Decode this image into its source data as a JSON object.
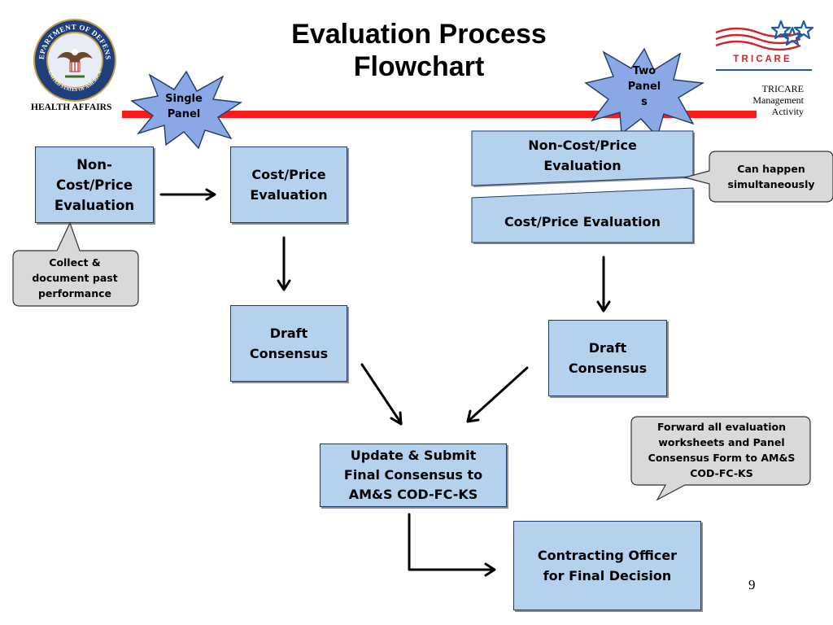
{
  "title_line1": "Evaluation Process",
  "title_line2": "Flowchart",
  "header": {
    "left_org": "HEALTH AFFAIRS",
    "right_org_line1": "TRICARE",
    "right_org_line2": "Management",
    "right_org_line3": "Activity"
  },
  "logos": {
    "dod_seal_line1": "DEPARTMENT OF DEFENSE",
    "dod_seal_line2": "UNITED STATES OF AMERICA",
    "tricare_wordmark": "T R I C A R E"
  },
  "bursts": {
    "single_line1": "Single",
    "single_line2": "Panel",
    "two_line1": "Two",
    "two_line2": "Panel",
    "two_line3": "s"
  },
  "left_flow": {
    "noncost_line1": "Non-",
    "noncost_line2": "Cost/Price",
    "noncost_line3": "Evaluation",
    "cost_line1": "Cost/Price",
    "cost_line2": "Evaluation",
    "draft_line1": "Draft",
    "draft_line2": "Consensus"
  },
  "right_flow": {
    "noncost_line1": "Non-Cost/Price",
    "noncost_line2": "Evaluation",
    "cost": "Cost/Price Evaluation",
    "draft_line1": "Draft",
    "draft_line2": "Consensus"
  },
  "final": {
    "update_line1": "Update & Submit",
    "update_line2": "Final Consensus to",
    "update_line3": "AM&S COD-FC-KS",
    "officer_line1": "Contracting Officer",
    "officer_line2": "for Final Decision"
  },
  "callouts": {
    "collect_line1": "Collect &",
    "collect_line2": "document past",
    "collect_line3": "performance",
    "simul_line1": "Can happen",
    "simul_line2": "simultaneously",
    "forward_line1": "Forward all evaluation",
    "forward_line2": "worksheets and Panel",
    "forward_line3": "Consensus Form to AM&S",
    "forward_line4": "COD-FC-KS"
  },
  "page_number": "9",
  "colors": {
    "box_fill": "#b4d2ee",
    "box_border": "#1e3a64",
    "burst_fill": "#8aa8e6",
    "callout_fill": "#d9d9d9",
    "red_bar": "#ff1a1a",
    "tricare_red": "#d2232a",
    "tricare_blue": "#1f5aa8"
  }
}
